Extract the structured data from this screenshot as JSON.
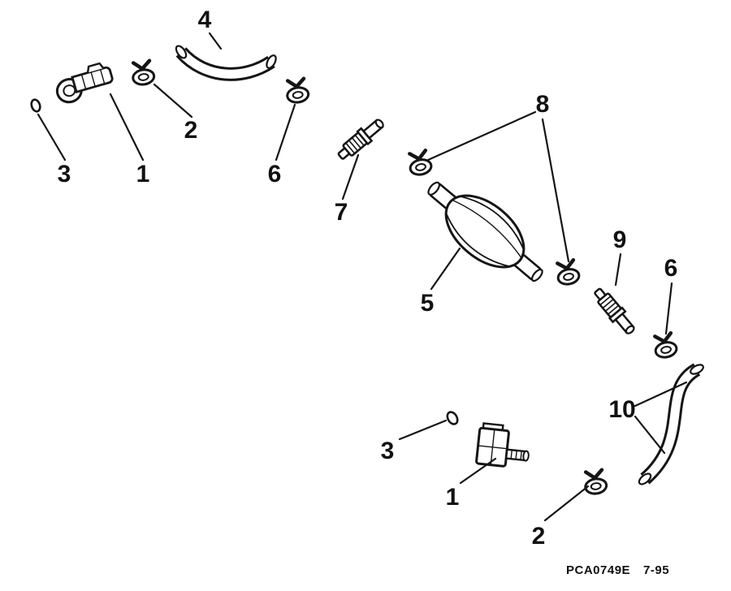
{
  "diagram": {
    "colors": {
      "ink": "#151515",
      "paper": "#ffffff"
    },
    "labels": [
      {
        "text": "4"
      },
      {
        "text": "2"
      },
      {
        "text": "3"
      },
      {
        "text": "1"
      },
      {
        "text": "6"
      },
      {
        "text": "7"
      },
      {
        "text": "8"
      },
      {
        "text": "5"
      },
      {
        "text": "9"
      },
      {
        "text": "6"
      },
      {
        "text": "10"
      },
      {
        "text": "3"
      },
      {
        "text": "1"
      },
      {
        "text": "2"
      }
    ],
    "footer": {
      "code": "PCA0749E",
      "date": "7-95"
    }
  }
}
